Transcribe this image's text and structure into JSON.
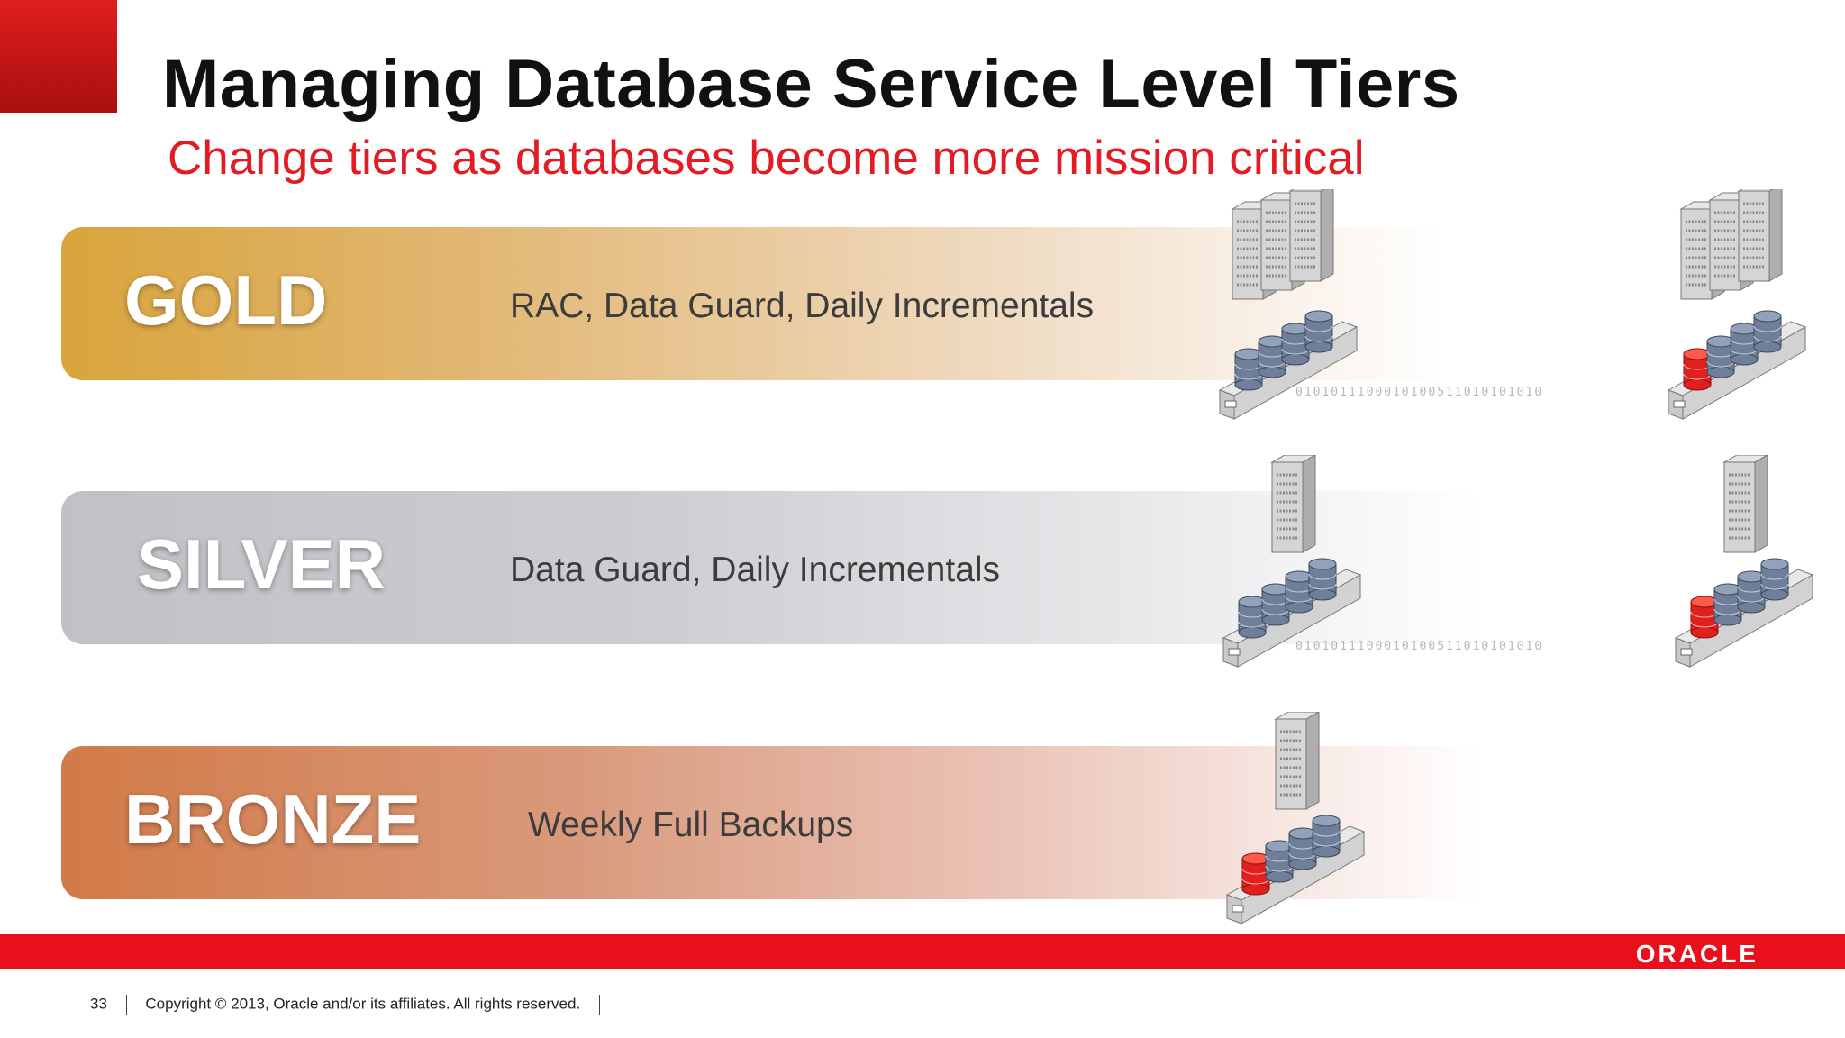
{
  "slide": {
    "title": "Managing Database Service Level Tiers",
    "subtitle": "Change tiers as databases become more mission critical"
  },
  "tiers": [
    {
      "name": "GOLD",
      "description": "RAC, Data Guard, Daily Incrementals"
    },
    {
      "name": "SILVER",
      "description": "Data Guard, Daily Incrementals"
    },
    {
      "name": "BRONZE",
      "description": "Weekly Full Backups"
    }
  ],
  "bitstream_text": "0101011100010100511010101010",
  "footer": {
    "page_number": "33",
    "copyright": "Copyright © 2013, Oracle and/or its affiliates. All rights reserved.",
    "logo": "ORACLE"
  },
  "colors": {
    "brand_red": "#e8101c",
    "subtitle_red": "#e31b23",
    "gold": "#d8a43b",
    "silver": "#bfc1c5",
    "bronze": "#d27a47",
    "disk_blue": "#6f7f99",
    "disk_red": "#e0201e"
  },
  "icons": [
    "server-rack-icon",
    "database-disk-icon",
    "storage-tray-icon"
  ]
}
